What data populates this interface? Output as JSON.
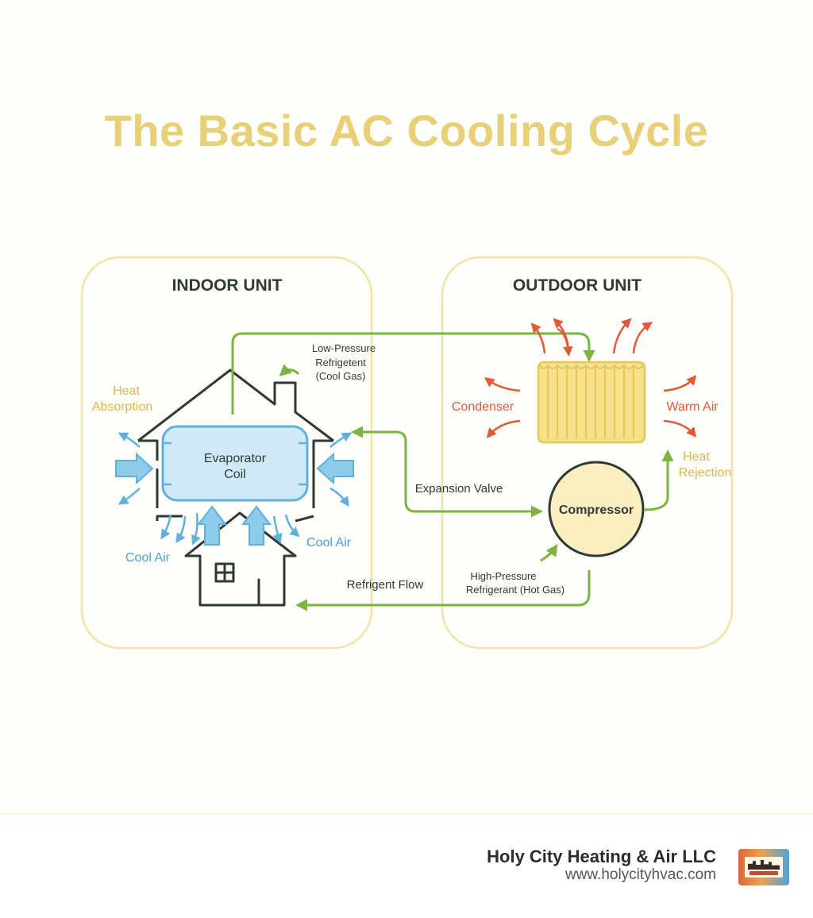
{
  "title": "The Basic AC Cooling Cycle",
  "indoor": {
    "label": "INDOOR UNIT",
    "evaporator_line1": "Evaporator",
    "evaporator_line2": "Coil",
    "heat_absorption_line1": "Heat",
    "heat_absorption_line2": "Absorption",
    "cool_air_left": "Cool Air",
    "cool_air_right": "Cool Air",
    "low_pressure_line1": "Low-Pressure",
    "low_pressure_line2": "Refrigetent",
    "low_pressure_line3": "(Cool Gas)"
  },
  "outdoor": {
    "label": "OUTDOOR UNIT",
    "condenser": "Condenser",
    "warm_air": "Warm Air",
    "heat_rejection_line1": "Heat",
    "heat_rejection_line2": "Rejection",
    "compressor": "Compressor",
    "high_pressure_line1": "High-Pressure",
    "high_pressure_line2": "Refrigerant (Hot Gas)"
  },
  "flow": {
    "expansion_valve": "Expansion Valve",
    "refrigerant_flow": "Refrigent Flow"
  },
  "footer": {
    "company": "Holy City Heating & Air LLC",
    "website": "www.holycityhvac.com"
  },
  "colors": {
    "title": "#e8d078",
    "panel_border": "#f2e3a6",
    "refrigerant_line": "#7cb342",
    "cool_blue": "#5fb1dc",
    "coil_fill": "#cfe9f6",
    "heat_red": "#e05a3a",
    "condenser_fill": "#f7e08a",
    "compressor_fill": "#fbefc1",
    "outline": "#2f3a36"
  },
  "icons": [
    "house-outline-icon",
    "small-house-icon",
    "condenser-coil-icon",
    "compressor-icon",
    "airflow-arrow-icon"
  ]
}
